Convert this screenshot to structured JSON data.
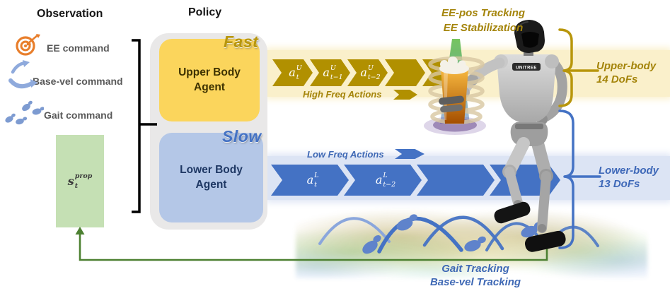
{
  "headers": {
    "observation": "Observation",
    "policy": "Policy"
  },
  "observation": {
    "items": [
      {
        "icon": "ee-target-icon",
        "label": "EE command"
      },
      {
        "icon": "basevel-arrows-icon",
        "label": "Base-vel command"
      },
      {
        "icon": "gait-footprints-icon",
        "label": "Gait command"
      }
    ],
    "prop_state": {
      "base": "s",
      "sub": "t",
      "sup": "prop"
    }
  },
  "policy": {
    "upper": {
      "label": "Upper Body Agent",
      "tag": "Fast"
    },
    "lower": {
      "label": "Lower Body Agent",
      "tag": "Slow"
    }
  },
  "streams": {
    "upper": {
      "caption": "High Freq Actions",
      "actions": [
        {
          "base": "a",
          "sub": "t",
          "sup": "U"
        },
        {
          "base": "a",
          "sub": "t−1",
          "sup": "U"
        },
        {
          "base": "a",
          "sub": "t−2",
          "sup": "U"
        },
        {
          "base": "",
          "sub": "",
          "sup": ""
        },
        {
          "base": "",
          "sub": "",
          "sup": ""
        }
      ]
    },
    "lower": {
      "caption": "Low Freq Actions",
      "actions": [
        {
          "base": "a",
          "sub": "t",
          "sup": "L"
        },
        {
          "base": "a",
          "sub": "t−2",
          "sup": "L"
        },
        {
          "base": "",
          "sub": "",
          "sup": ""
        },
        {
          "base": "",
          "sub": "",
          "sup": ""
        }
      ]
    }
  },
  "annotations": {
    "upper_tracking": [
      "EE-pos Tracking",
      "EE Stabilization"
    ],
    "lower_tracking": [
      "Gait Tracking",
      "Base-vel Tracking"
    ]
  },
  "dof_labels": {
    "upper": {
      "line1": "Upper-body",
      "line2": "14 DoFs"
    },
    "lower": {
      "line1": "Lower-body",
      "line2": "13 DoFs"
    }
  },
  "robot": {
    "chest_label": "UNITREE"
  },
  "colors": {
    "gold": "#B8960B",
    "gold_chevron": "#B19000",
    "band_yellow": "#FAF0CB",
    "blue": "#4472C4",
    "band_blue": "#DCE4F4",
    "upper_box": "#FBD55C",
    "lower_box": "#B4C7E7",
    "green_box": "#C5E0B4",
    "feedback_green": "#4C8031",
    "icon_orange": "#E87E2B",
    "icon_blue": "#8FAADC",
    "policy_shell": "#E9E8E8",
    "command_text": "#595959"
  }
}
